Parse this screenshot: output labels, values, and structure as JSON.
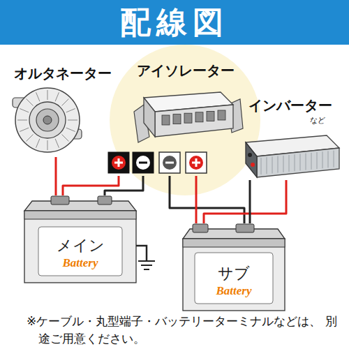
{
  "diagram": {
    "title": "配線図",
    "caption": "※ケーブル・丸型端子・バッテリーターミナルなどは、 別途ご用意ください。",
    "nodes": [
      {
        "text": [
          "オルタネーター"
        ]
      },
      {
        "text": [
          "アイソレーター"
        ]
      },
      {
        "text": [
          "インバーター",
          "など"
        ]
      },
      {
        "text": [
          "メイン",
          "Battery"
        ]
      },
      {
        "text": [
          "サブ",
          "Battery"
        ]
      }
    ],
    "edges": [
      {
        "from": 0,
        "to": 3,
        "arrow": "none"
      },
      {
        "from": 1,
        "to": 3,
        "arrow": "none"
      },
      {
        "from": 1,
        "to": 3,
        "arrow": "none"
      },
      {
        "from": 1,
        "to": 4,
        "arrow": "none"
      },
      {
        "from": 1,
        "to": 4,
        "arrow": "none"
      },
      {
        "from": 2,
        "to": 4,
        "arrow": "none"
      },
      {
        "from": 2,
        "to": 4,
        "arrow": "none"
      }
    ]
  }
}
